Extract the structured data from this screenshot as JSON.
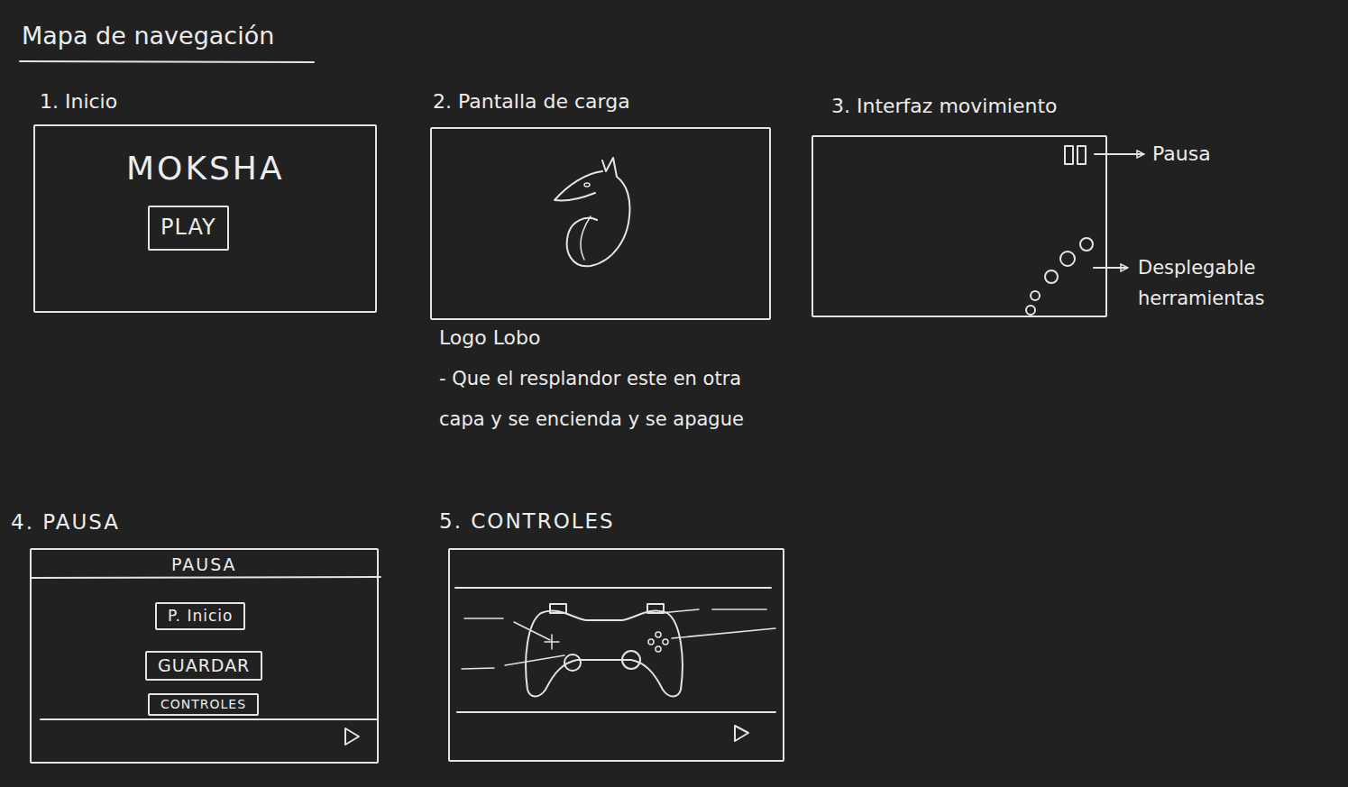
{
  "diagram": {
    "title": "Mapa de navegación",
    "nodes": [
      {
        "text": [
          "1. Inicio",
          "MOKSHA"
        ]
      },
      {
        "text": [
          "PLAY"
        ],
        "in": 0
      },
      {
        "text": [
          "2. Pantalla de carga"
        ]
      },
      {
        "text": [
          "3. Interfaz movimiento"
        ]
      },
      {
        "text": [
          "4. PAUSA",
          "PAUSA"
        ]
      },
      {
        "text": [
          "P. Inicio"
        ],
        "in": 4
      },
      {
        "text": [
          "GUARDAR"
        ],
        "in": 4
      },
      {
        "text": [
          "CONTROLES"
        ],
        "in": 4
      },
      {
        "text": [
          "5. CONTROLES"
        ]
      }
    ],
    "labels": [
      "Pausa",
      "Desplegable herramientas",
      "Logo Lobo",
      "- Que el resplandor este en otra capa y se encienda y se apague"
    ]
  }
}
